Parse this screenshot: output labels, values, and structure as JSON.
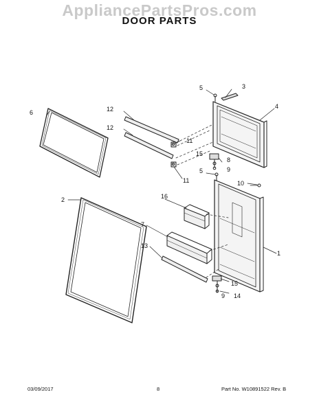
{
  "header": {
    "watermark": "AppliancePartsPros.com",
    "title": "DOOR PARTS"
  },
  "callouts": {
    "c1": "1",
    "c2": "2",
    "c3": "3",
    "c4": "4",
    "c5a": "5",
    "c5b": "5",
    "c6": "6",
    "c7": "7",
    "c8": "8",
    "c9a": "9",
    "c9b": "9",
    "c10": "10",
    "c11a": "11",
    "c11b": "11",
    "c12a": "12",
    "c12b": "12",
    "c13": "13",
    "c14": "14",
    "c15a": "15",
    "c15b": "15",
    "c16": "16"
  },
  "footer": {
    "date": "03/09/2017",
    "page": "8",
    "part": "Part No. W10891522  Rev. B"
  }
}
